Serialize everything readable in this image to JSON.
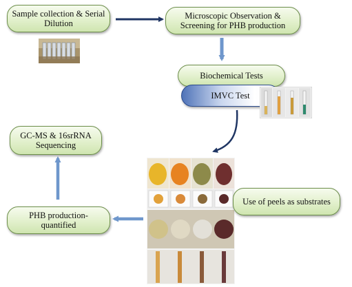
{
  "steps": {
    "sample": "Sample collection & Serial Dilution",
    "micro": "Microscopic Observation & Screening for PHB production",
    "biochem": "Biochemical Tests",
    "imvc": "IMVC Test",
    "peels": "Use of peels as substrates",
    "phb": "PHB production-quantified",
    "gcms": "GC-MS & 16srRNA Sequencing"
  },
  "colors": {
    "pill_border": "#6d8f4a",
    "pill_fill": "#e2f0cc",
    "arrow_blue": "#6f97cc",
    "arrow_dark": "#1f3563"
  }
}
